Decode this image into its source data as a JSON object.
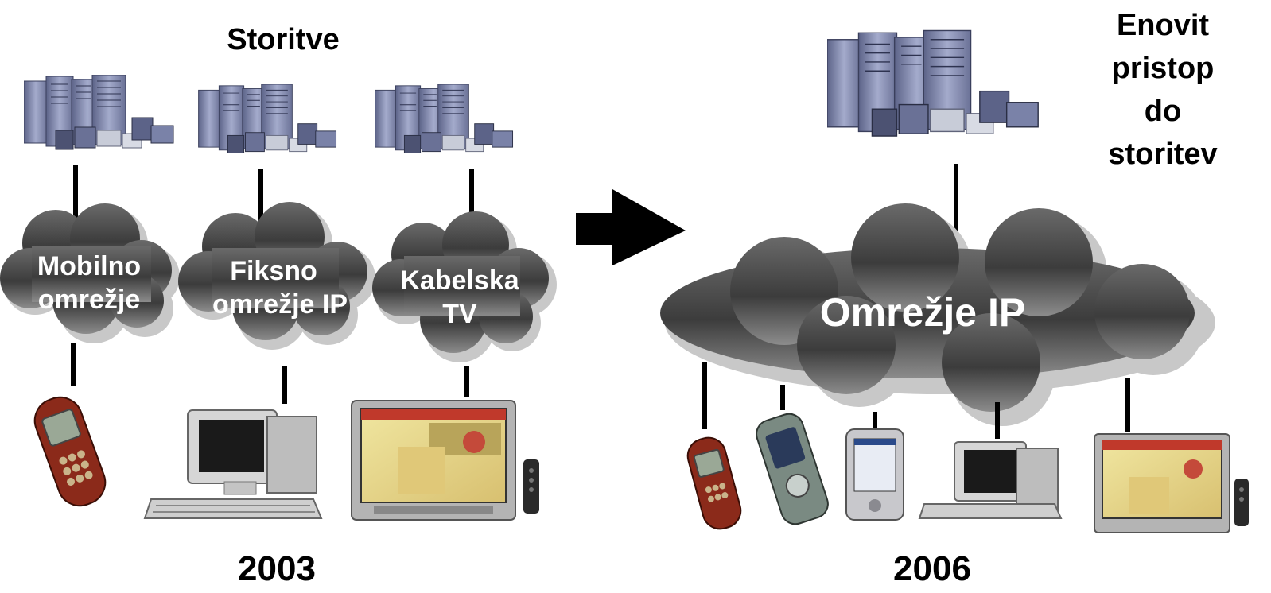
{
  "labels": {
    "services_title": "Storitve",
    "unified_access": [
      "Enovit",
      "pristop",
      "do",
      "storitev"
    ],
    "year_before": "2003",
    "year_after": "2006"
  },
  "networks_before": [
    {
      "lines": [
        "Mobilno",
        "omrežje"
      ]
    },
    {
      "lines": [
        "Fiksno",
        "omrežje IP"
      ]
    },
    {
      "lines": [
        "Kabelska",
        "TV"
      ]
    }
  ],
  "network_after": {
    "label": "Omrežje IP"
  },
  "icons": {
    "servers": "server-rack-icon",
    "arrow": "right-arrow-icon",
    "phone": "mobile-phone-icon",
    "smartphone": "smartphone-icon",
    "pda": "pda-icon",
    "pc": "desktop-computer-icon",
    "tv": "television-icon",
    "remote": "remote-control-icon"
  },
  "colors": {
    "cloud_dark": "#4a4a4a",
    "cloud_light": "#8a8a8a",
    "cloud_shadow": "#c8c8c8",
    "server": "#7a82a8",
    "phone_body": "#8b2a1a",
    "line": "#000000"
  }
}
